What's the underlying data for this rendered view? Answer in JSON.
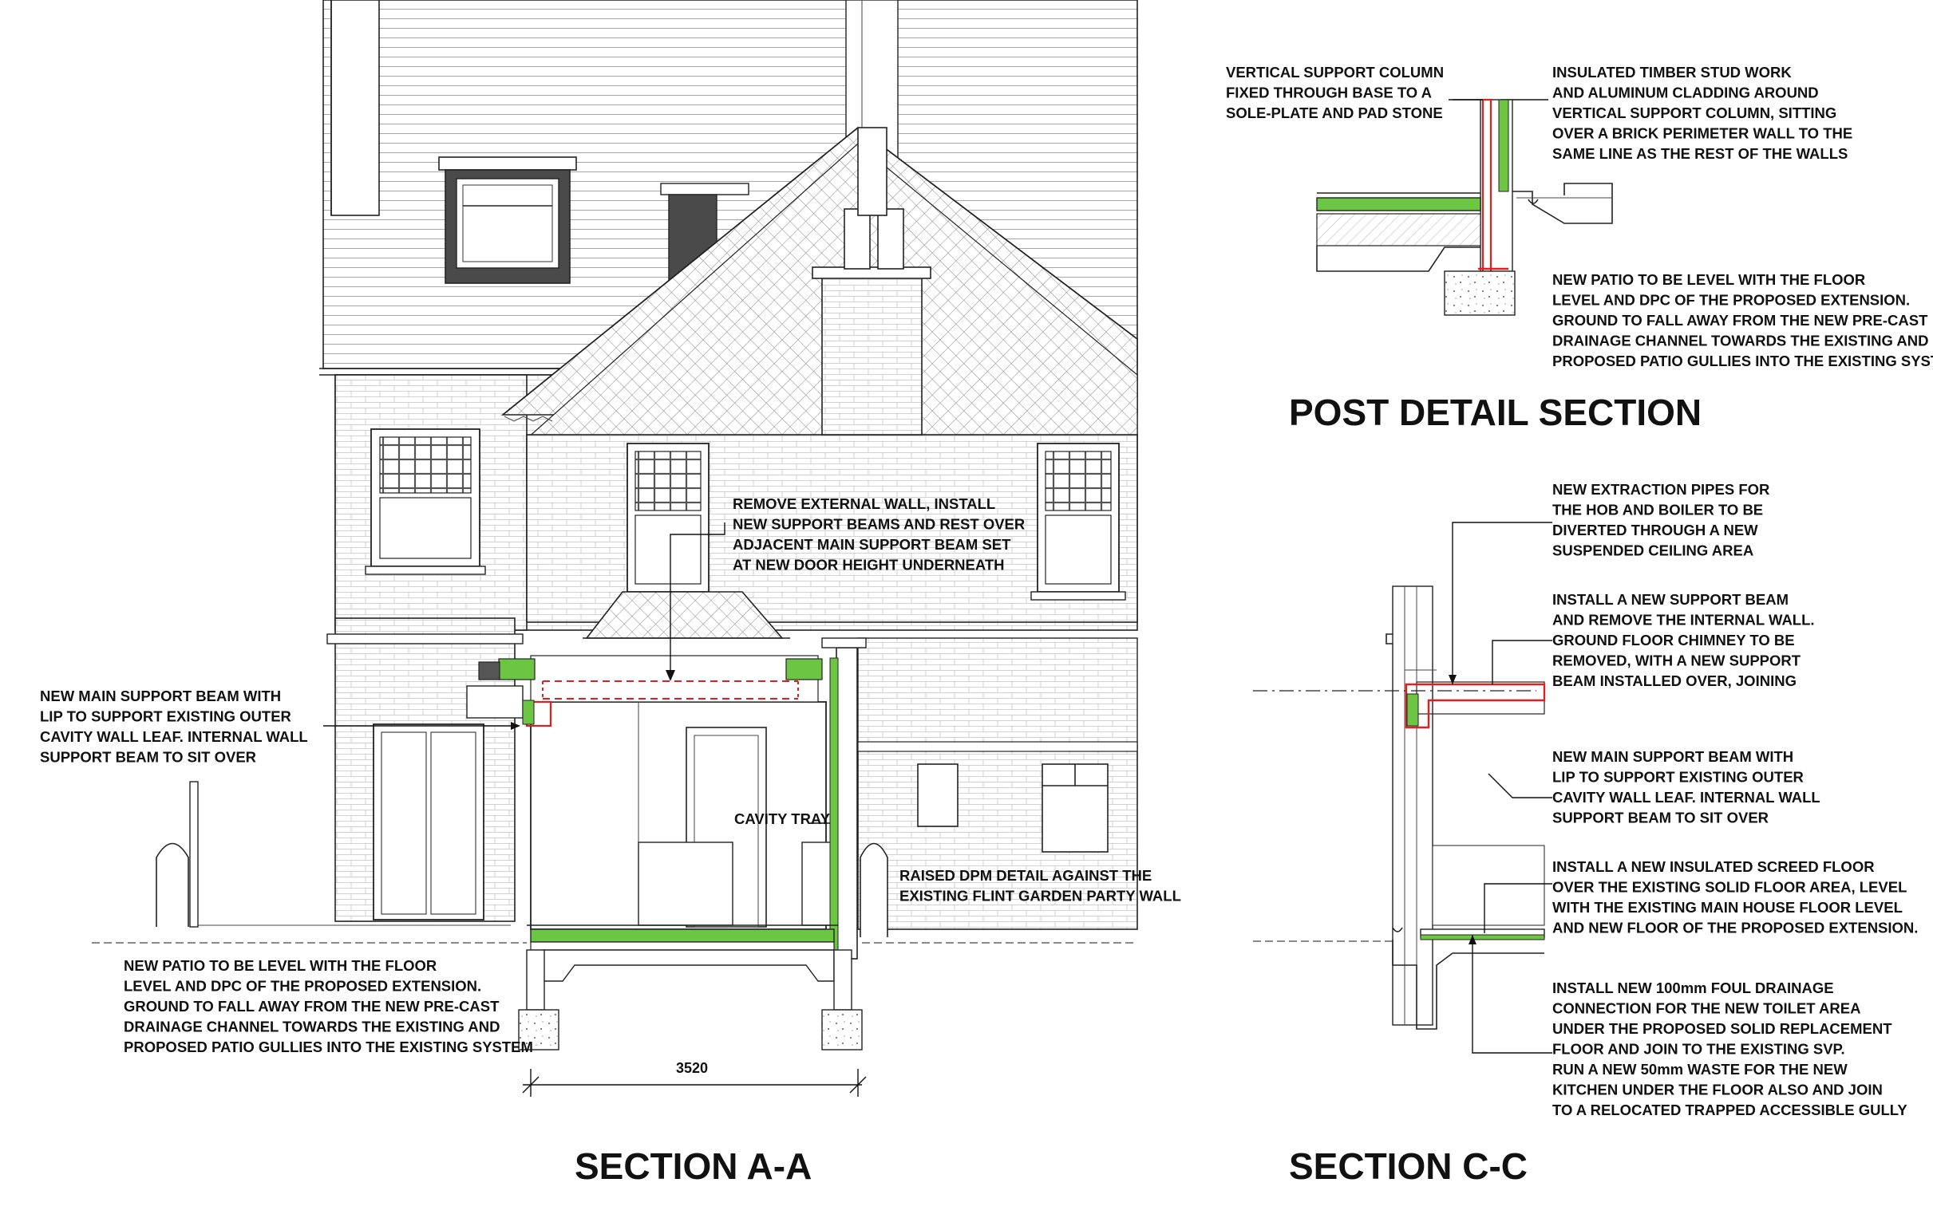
{
  "colors": {
    "line": "#222222",
    "insulation": "#6cc644",
    "beam": "#e02020",
    "dark_fill": "#555555",
    "hatch": "#bfbfbf"
  },
  "titles": {
    "section_aa": "SECTION A-A",
    "section_cc": "SECTION C-C",
    "post_detail": "POST DETAIL SECTION"
  },
  "dimension": {
    "width_label": "3520"
  },
  "notes": {
    "remove_wall": [
      "REMOVE EXTERNAL WALL, INSTALL",
      "NEW SUPPORT BEAMS AND REST OVER",
      "ADJACENT MAIN SUPPORT BEAM SET",
      "AT NEW DOOR HEIGHT UNDERNEATH"
    ],
    "main_beam_aa": [
      "NEW MAIN SUPPORT BEAM WITH",
      "LIP TO SUPPORT EXISTING OUTER",
      "CAVITY WALL LEAF. INTERNAL WALL",
      "SUPPORT BEAM TO SIT OVER"
    ],
    "cavity_tray": [
      "CAVITY TRAY"
    ],
    "raised_dpm": [
      "RAISED DPM DETAIL AGAINST THE",
      "EXISTING FLINT GARDEN PARTY WALL"
    ],
    "patio_aa": [
      "NEW PATIO TO BE LEVEL WITH THE FLOOR",
      "LEVEL AND DPC OF THE PROPOSED EXTENSION.",
      "GROUND TO FALL AWAY FROM THE NEW PRE-CAST",
      "DRAINAGE CHANNEL TOWARDS THE EXISTING AND",
      "PROPOSED PATIO GULLIES INTO THE EXISTING SYSTEM"
    ],
    "vertical_column": [
      "VERTICAL SUPPORT COLUMN",
      "FIXED THROUGH BASE TO A",
      "SOLE-PLATE AND PAD STONE"
    ],
    "timber_stud": [
      "INSULATED TIMBER STUD WORK",
      "AND ALUMINUM CLADDING AROUND",
      "VERTICAL SUPPORT COLUMN, SITTING",
      "OVER A BRICK PERIMETER WALL TO THE",
      "SAME LINE AS THE REST OF THE WALLS"
    ],
    "patio_post": [
      "NEW PATIO TO BE LEVEL WITH THE FLOOR",
      "LEVEL AND DPC OF THE PROPOSED EXTENSION.",
      "GROUND TO FALL AWAY FROM THE NEW PRE-CAST",
      "DRAINAGE CHANNEL TOWARDS THE EXISTING AND",
      "PROPOSED PATIO GULLIES INTO THE EXISTING SYSTEM"
    ],
    "extraction": [
      "NEW EXTRACTION PIPES FOR",
      "THE HOB AND BOILER TO BE",
      "DIVERTED THROUGH A NEW",
      "SUSPENDED CEILING AREA"
    ],
    "support_beam_cc": [
      "INSTALL A NEW SUPPORT BEAM",
      "AND REMOVE THE INTERNAL WALL.",
      "GROUND FLOOR CHIMNEY TO BE",
      "REMOVED, WITH A NEW SUPPORT",
      "BEAM INSTALLED OVER, JOINING"
    ],
    "main_beam_cc": [
      "NEW MAIN SUPPORT BEAM WITH",
      "LIP TO SUPPORT EXISTING OUTER",
      "CAVITY WALL LEAF. INTERNAL WALL",
      "SUPPORT BEAM TO SIT OVER"
    ],
    "screed": [
      "INSTALL A NEW INSULATED SCREED FLOOR",
      "OVER THE EXISTING SOLID FLOOR AREA, LEVEL",
      "WITH THE EXISTING MAIN HOUSE FLOOR LEVEL",
      "AND NEW FLOOR OF THE PROPOSED EXTENSION."
    ],
    "drainage": [
      "INSTALL NEW 100mm FOUL DRAINAGE",
      "CONNECTION FOR THE NEW TOILET AREA",
      "UNDER THE PROPOSED SOLID REPLACEMENT",
      "FLOOR AND JOIN TO THE EXISTING SVP.",
      "RUN A NEW 50mm WASTE FOR THE NEW",
      "KITCHEN UNDER THE FLOOR ALSO AND JOIN",
      "TO A RELOCATED TRAPPED ACCESSIBLE GULLY"
    ]
  }
}
